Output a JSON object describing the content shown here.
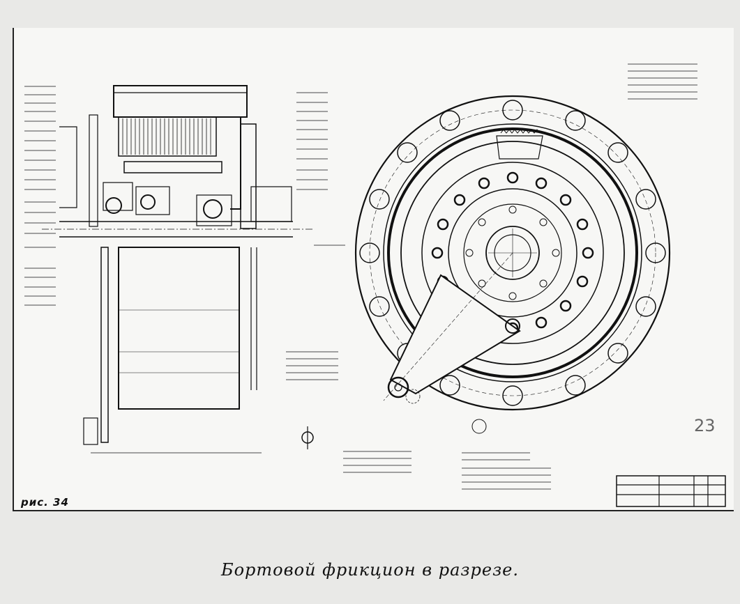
{
  "drawing": {
    "figure_label": "рис. 34",
    "sheet_number": "23",
    "caption": "Бортовой фрикцион в разрезе."
  }
}
